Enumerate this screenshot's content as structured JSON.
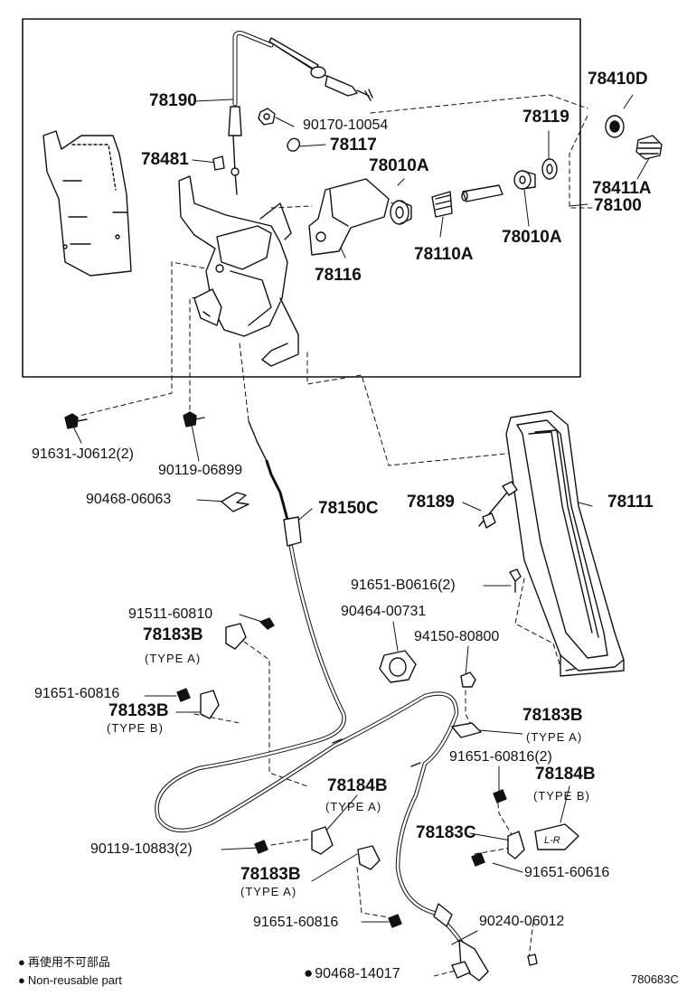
{
  "labels": {
    "l78190": "78190",
    "l90170_10054": "90170-10054",
    "l78117": "78117",
    "l78481": "78481",
    "l78410D": "78410D",
    "l78119": "78119",
    "l78010A_top": "78010A",
    "l78411A": "78411A",
    "l78100": "78100",
    "l78010A_bot": "78010A",
    "l78110A": "78110A",
    "l78116": "78116",
    "l91631_J0612": "91631-J0612(2)",
    "l90119_06899": "90119-06899",
    "l90468_06063": "90468-06063",
    "l78150C": "78150C",
    "l78189": "78189",
    "l78111": "78111",
    "l91651_B0616": "91651-B0616(2)",
    "l90464_00731": "90464-00731",
    "l91511_60810": "91511-60810",
    "l78183B_a1": "78183B",
    "t_typeA_1": "(TYPE A)",
    "l94150_80800": "94150-80800",
    "l91651_60816_a": "91651-60816",
    "l78183B_b1": "78183B",
    "t_typeB_1": "(TYPE B)",
    "l78183B_a2": "78183B",
    "t_typeA_2": "(TYPE A)",
    "l91651_60816_2": "91651-60816(2)",
    "l78184B_b": "78184B",
    "t_typeB_2": "(TYPE B)",
    "l78184B_a": "78184B",
    "t_typeA_3": "(TYPE A)",
    "l78183C": "78183C",
    "l90119_10883": "90119-10883(2)",
    "l91651_60616": "91651-60616",
    "l78183B_a3": "78183B",
    "t_typeA_4": "(TYPE A)",
    "l91651_60816_b": "91651-60816",
    "l90240_06012": "90240-06012",
    "l90468_14017": "90468-14017",
    "tag_LR": "L-R"
  },
  "legend": {
    "jp": "再使用不可部品",
    "en": "Non-reusable part"
  },
  "ref_code": "780683C",
  "colors": {
    "ink": "#111111",
    "paper": "#ffffff"
  }
}
